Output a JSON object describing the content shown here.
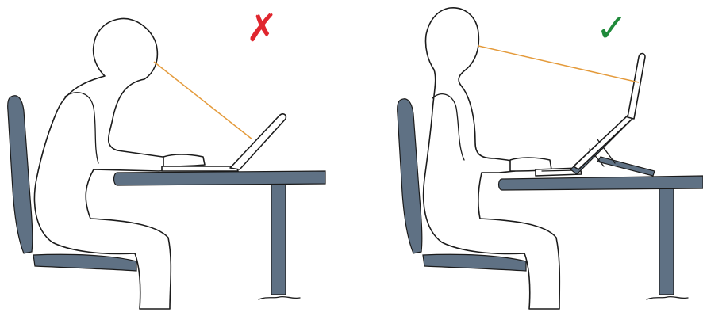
{
  "panels": [
    {
      "id": "incorrect",
      "verdict": "incorrect",
      "mark_glyph": "✗",
      "mark_icon": "cross-icon",
      "mark_color": "#e0262e",
      "sightline_color": "#e49a3a"
    },
    {
      "id": "correct",
      "verdict": "correct",
      "mark_glyph": "✓",
      "mark_icon": "check-icon",
      "mark_color": "#1f8a3a",
      "sightline_color": "#e49a3a"
    }
  ],
  "colors": {
    "furniture": "#5f7184",
    "furniture_dark": "#3f4f60",
    "line": "#1b1b1b",
    "figure_fill": "#ffffff"
  }
}
